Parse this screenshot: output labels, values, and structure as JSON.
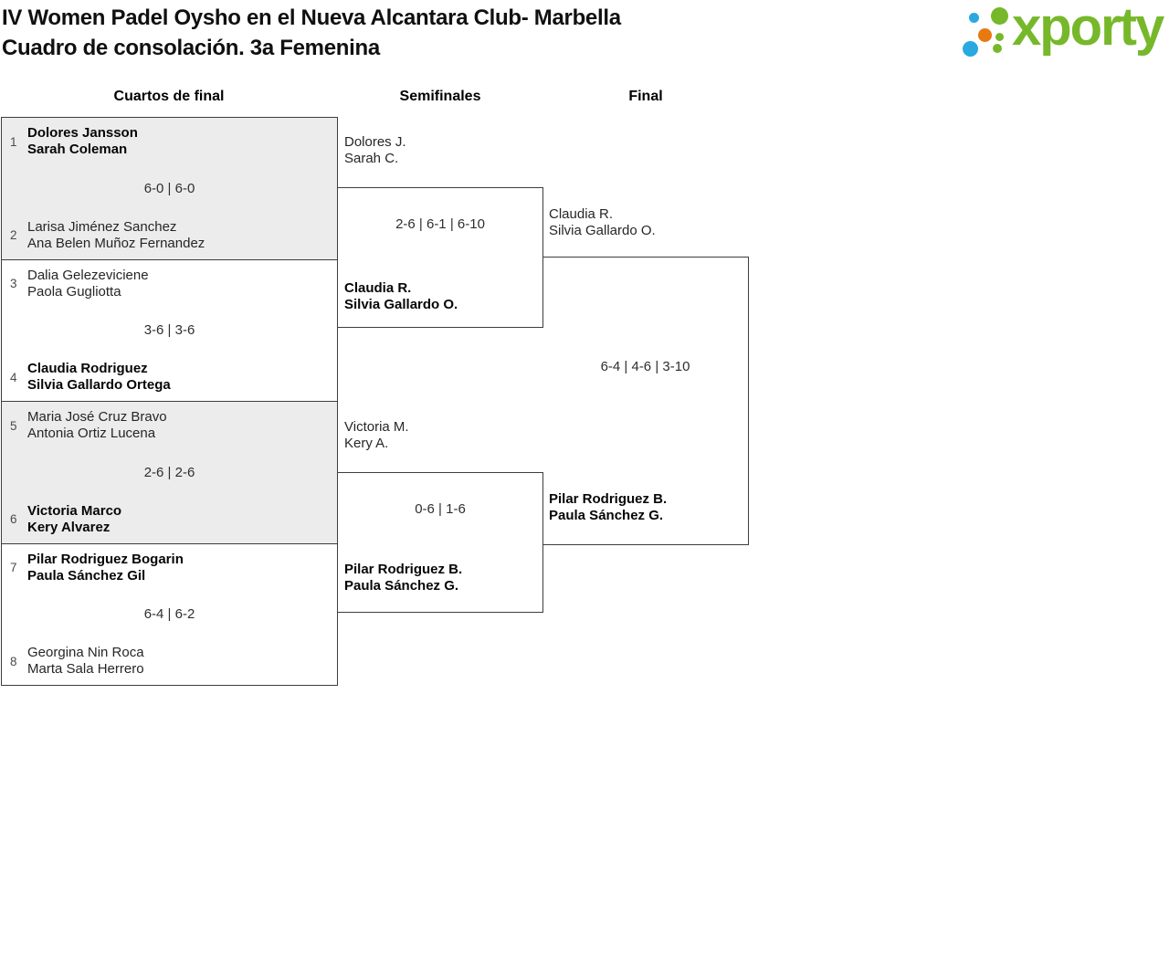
{
  "header": {
    "title_line1": "IV Women Padel Oysho en el Nueva Alcantara Club- Marbella",
    "title_line2": "Cuadro de consolación. 3a Femenina"
  },
  "logo": {
    "text": "xporty"
  },
  "colors": {
    "brand_green": "#76b82a",
    "brand_blue": "#2aa9e0",
    "brand_orange": "#e8790f",
    "bracket_line": "#3d3d3d",
    "shaded_block_bg": "#ececec"
  },
  "round_headers": {
    "quarterfinals": "Cuartos de final",
    "semifinals": "Semifinales",
    "final": "Final"
  },
  "quarterfinals": [
    {
      "seed_top": "1",
      "top_name1": "Dolores Jansson",
      "top_name2": "Sarah Coleman",
      "top_winner": true,
      "score": "6-0 | 6-0",
      "seed_bottom": "2",
      "bottom_name1": "Larisa Jiménez Sanchez",
      "bottom_name2": "Ana Belen Muñoz Fernandez",
      "bottom_winner": false
    },
    {
      "seed_top": "3",
      "top_name1": "Dalia Gelezeviciene",
      "top_name2": "Paola Gugliotta",
      "top_winner": false,
      "score": "3-6 | 3-6",
      "seed_bottom": "4",
      "bottom_name1": "Claudia Rodriguez",
      "bottom_name2": "Silvia Gallardo Ortega",
      "bottom_winner": true
    },
    {
      "seed_top": "5",
      "top_name1": "Maria José Cruz Bravo",
      "top_name2": "Antonia Ortiz Lucena",
      "top_winner": false,
      "score": "2-6 | 2-6",
      "seed_bottom": "6",
      "bottom_name1": "Victoria Marco",
      "bottom_name2": "Kery Alvarez",
      "bottom_winner": true
    },
    {
      "seed_top": "7",
      "top_name1": "Pilar Rodriguez Bogarin",
      "top_name2": "Paula Sánchez Gil",
      "top_winner": true,
      "score": "6-4 | 6-2",
      "seed_bottom": "8",
      "bottom_name1": "Georgina Nin Roca",
      "bottom_name2": "Marta Sala Herrero",
      "bottom_winner": false
    }
  ],
  "semifinals": [
    {
      "entrant_name1": "Dolores J.",
      "entrant_name2": "Sarah C.",
      "score": "2-6 | 6-1 | 6-10",
      "winner_name1": "Claudia R.",
      "winner_name2": "Silvia Gallardo O."
    },
    {
      "entrant_name1": "Victoria M.",
      "entrant_name2": "Kery A.",
      "score": "0-6 | 1-6",
      "winner_name1": "Pilar Rodriguez B.",
      "winner_name2": "Paula Sánchez G."
    }
  ],
  "final": {
    "entrant_name1": "Claudia R.",
    "entrant_name2": "Silvia Gallardo O.",
    "score": "6-4 | 4-6 | 3-10",
    "winner_name1": "Pilar Rodriguez B.",
    "winner_name2": "Paula Sánchez G."
  }
}
